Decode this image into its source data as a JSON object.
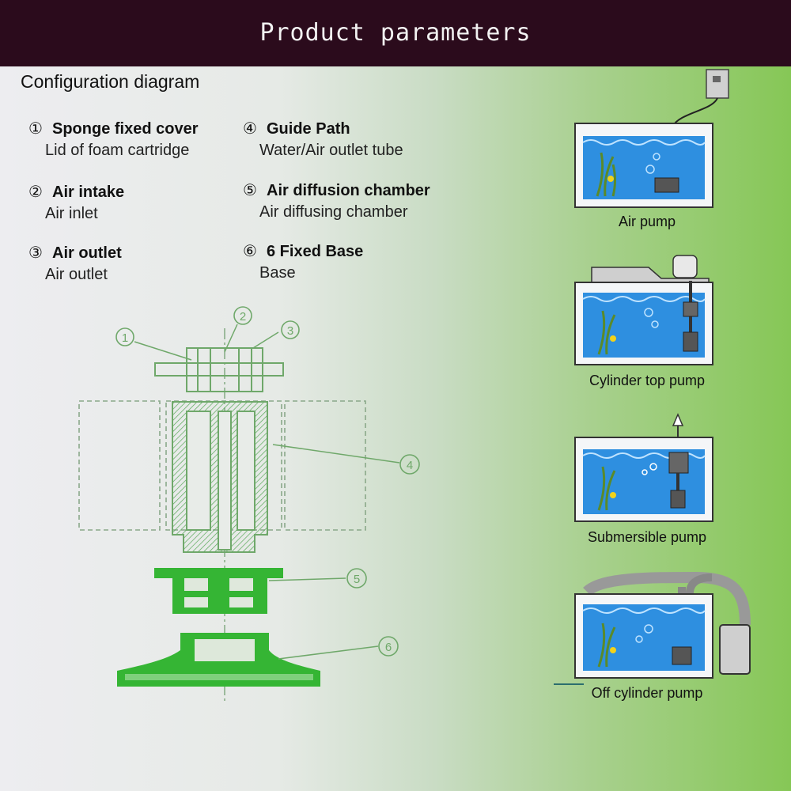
{
  "header": {
    "title": "Product parameters"
  },
  "config": {
    "title": "Configuration diagram",
    "items": [
      {
        "num": "①",
        "name": "Sponge fixed cover",
        "sub": "Lid of foam cartridge"
      },
      {
        "num": "②",
        "name": "Air intake",
        "sub": "Air inlet"
      },
      {
        "num": "③",
        "name": "Air outlet",
        "sub": "Air outlet"
      },
      {
        "num": "④",
        "name": "Guide Path",
        "sub": "Water/Air outlet tube"
      },
      {
        "num": "⑤",
        "name": "Air diffusion chamber",
        "sub": "Air diffusing chamber"
      },
      {
        "num": "⑥",
        "name": "6 Fixed Base",
        "sub": "Base"
      }
    ]
  },
  "diagram": {
    "callouts": [
      "①",
      "②",
      "③",
      "④",
      "⑤",
      "⑥"
    ],
    "line_color": "#6fa86a",
    "part_color": "#35b534"
  },
  "pumps": [
    {
      "label": "Air pump"
    },
    {
      "label": "Cylinder top pump"
    },
    {
      "label": "Submersible pump"
    },
    {
      "label": "Off cylinder pump"
    }
  ],
  "colors": {
    "header_bg": "#2b0b1c",
    "water": "#2e8fe0",
    "tank_frame": "#f4f6f8"
  }
}
